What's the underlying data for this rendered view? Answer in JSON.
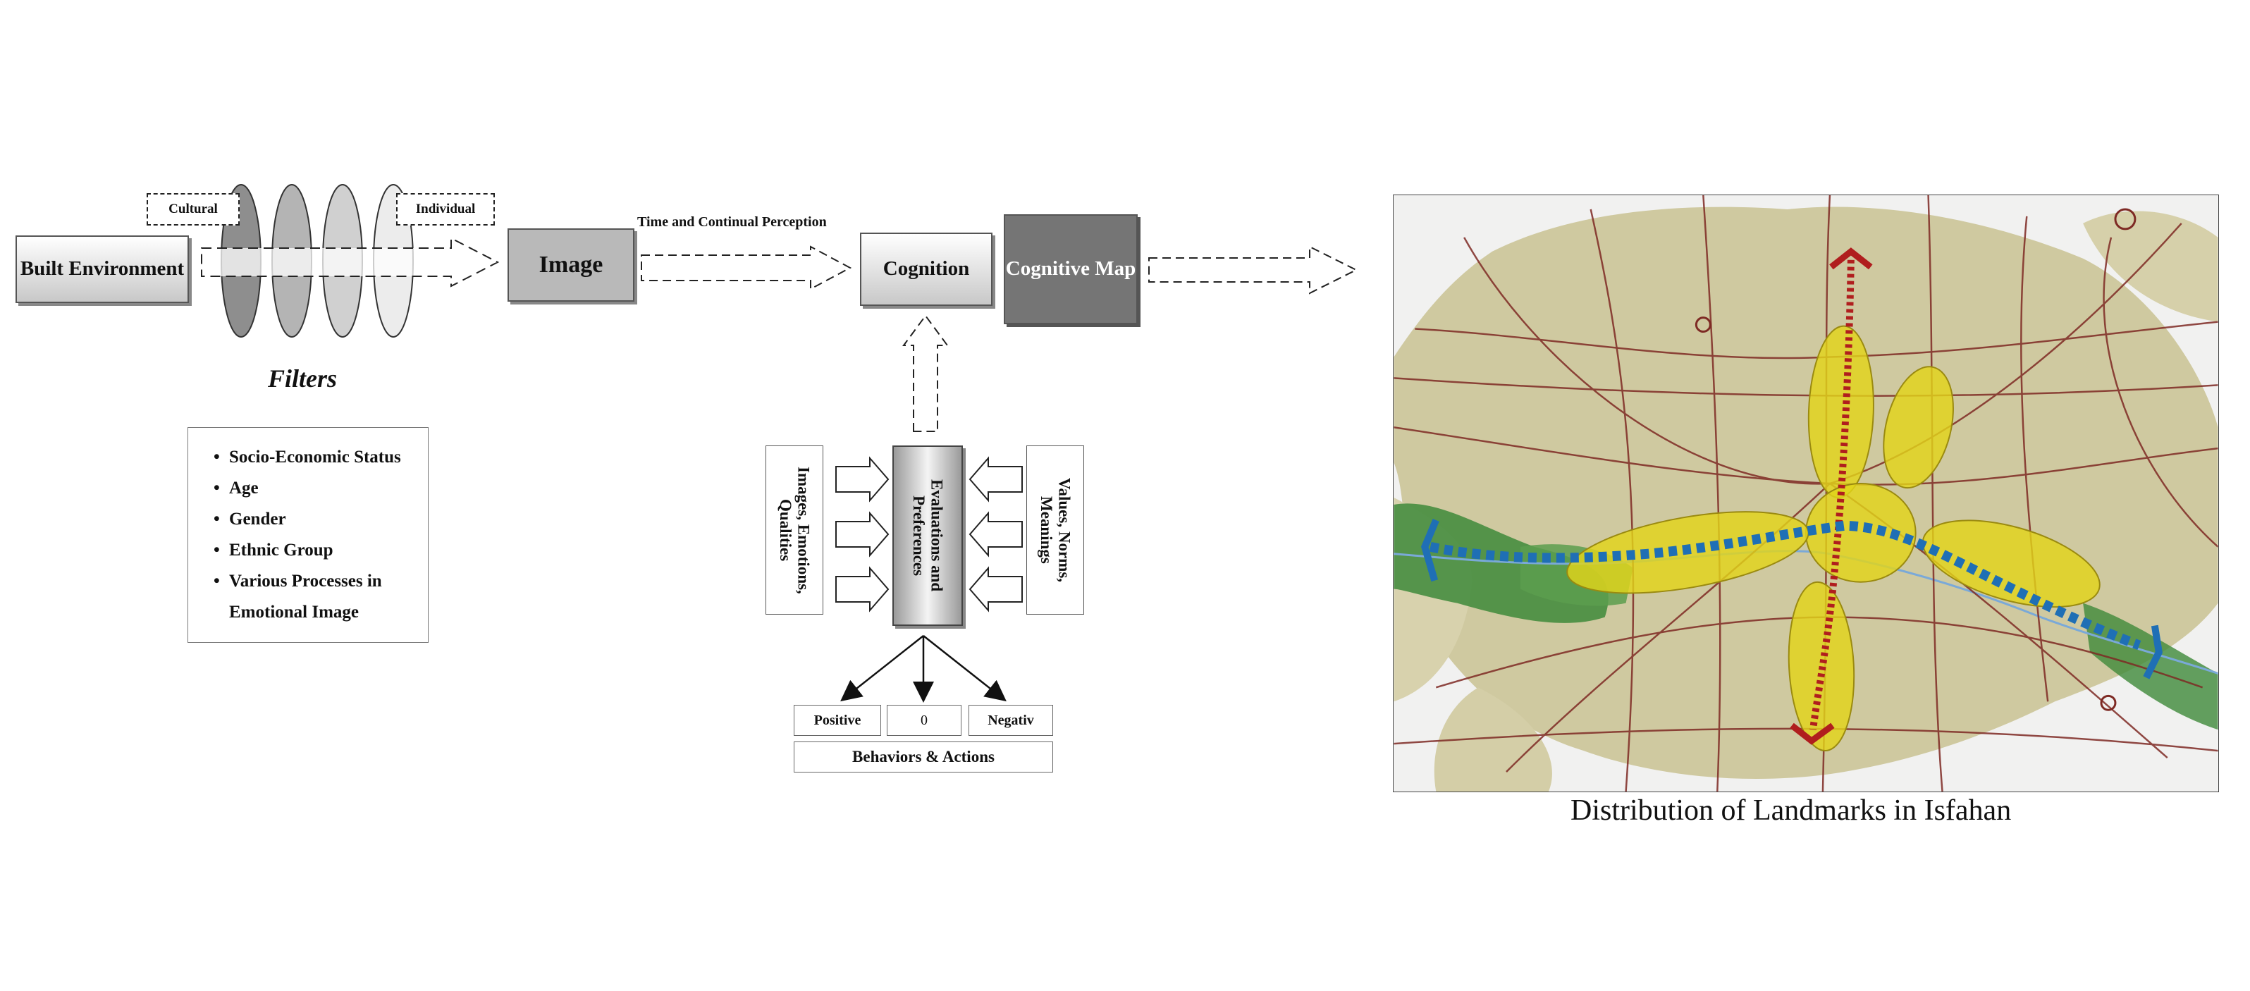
{
  "diagram": {
    "built_environment": "Built Environment",
    "filter_labels": {
      "cultural": "Cultural",
      "individual": "Individual"
    },
    "filters_title": "Filters",
    "filter_items": [
      "Socio-Economic Status",
      "Age",
      "Gender",
      "Ethnic Group",
      "Various Processes in Emotional Image"
    ],
    "image": "Image",
    "time_label": "Time and Continual Perception",
    "cognition": "Cognition",
    "cognitive_map": "Cognitive Map",
    "left_side": "Images, Emotions, Qualities",
    "center": "Evaluations and Preferences",
    "right_side": "Values, Norms, Meanings",
    "outcomes": [
      "Positive",
      "0",
      "Negativ"
    ],
    "behaviors": "Behaviors & Actions"
  },
  "map": {
    "caption": "Distribution of Landmarks in Isfahan",
    "colors": {
      "landmark_zone": "#e2d41a",
      "axis_north_south": "#b01e1e",
      "axis_river": "#1f6fb5",
      "vegetation": "#3e8a3a",
      "urban": "#cfc9a0"
    }
  }
}
